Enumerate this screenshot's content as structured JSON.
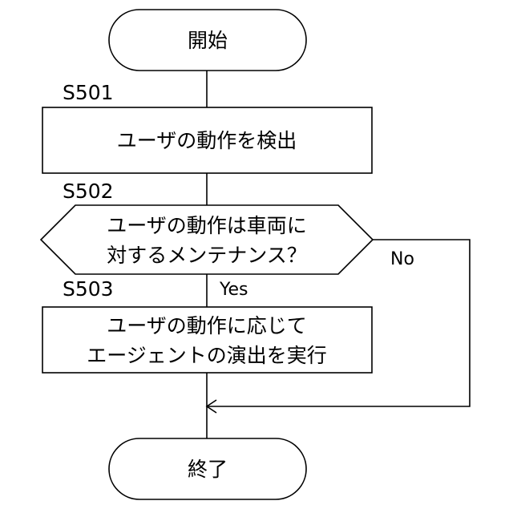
{
  "nodes": {
    "start": {
      "label": "開始"
    },
    "detect": {
      "step": "S501",
      "label": "ユーザの動作を検出"
    },
    "decision": {
      "step": "S502",
      "line1": "ユーザの動作は車両に",
      "line2": "対するメンテナンス？"
    },
    "execute": {
      "step": "S503",
      "line1": "ユーザの動作に応じて",
      "line2": "エージェントの演出を実行"
    },
    "end": {
      "label": "終了"
    }
  },
  "branches": {
    "yes": "Yes",
    "no": "No"
  }
}
